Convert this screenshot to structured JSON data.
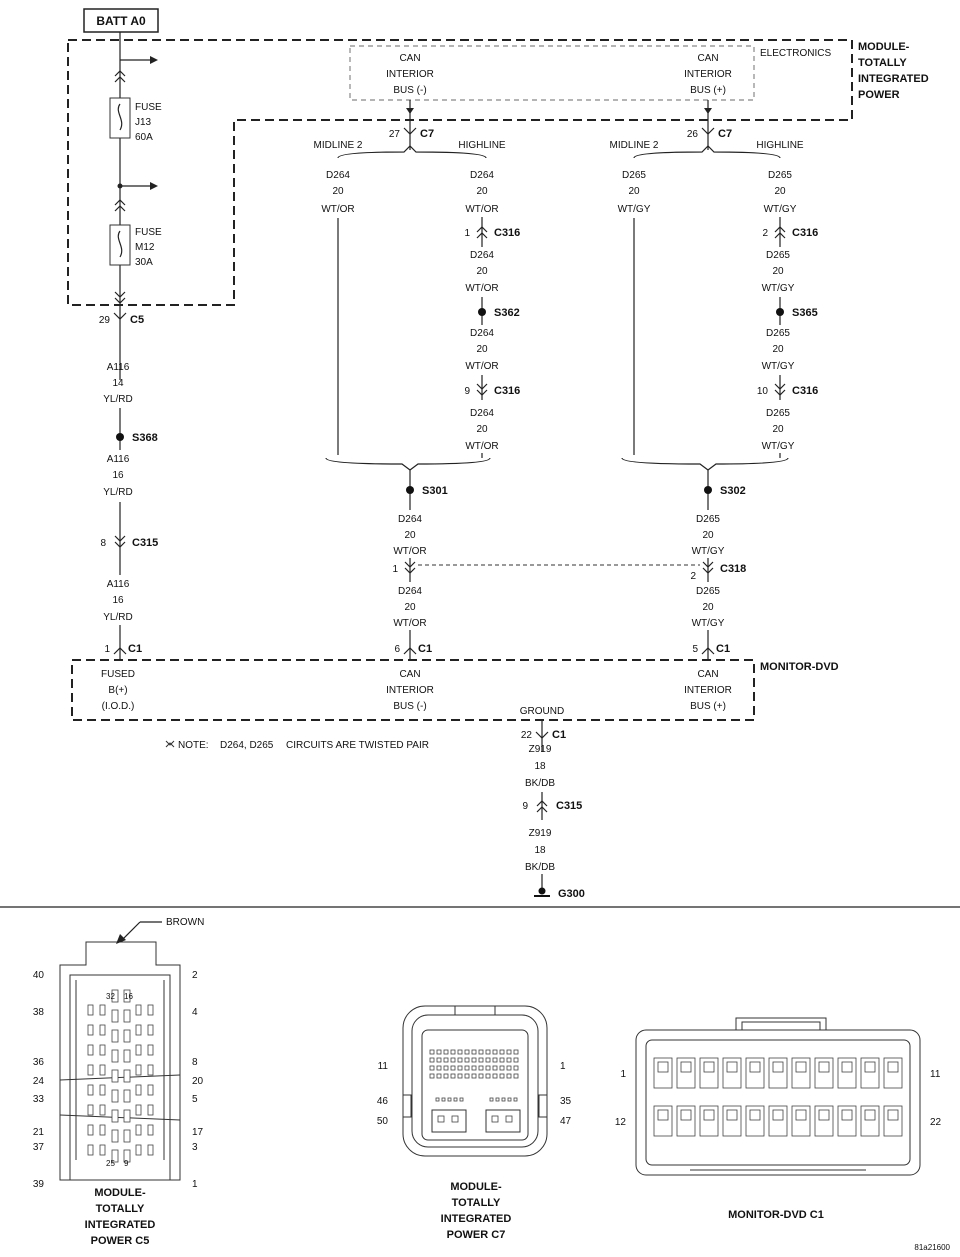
{
  "batt": "BATT A0",
  "electronics": "ELECTRONICS",
  "mod_title": [
    "MODULE-",
    "TOTALLY",
    "INTEGRATED",
    "POWER"
  ],
  "fuse1": [
    "FUSE",
    "J13",
    "60A"
  ],
  "fuse2": [
    "FUSE",
    "M12",
    "30A"
  ],
  "can_bus_neg": [
    "CAN",
    "INTERIOR",
    "BUS (-)"
  ],
  "can_bus_pos": [
    "CAN",
    "INTERIOR",
    "BUS (+)"
  ],
  "c7_left": {
    "pin": "27",
    "conn": "C7"
  },
  "c7_right": {
    "pin": "26",
    "conn": "C7"
  },
  "midline2": "MIDLINE 2",
  "highline": "HIGHLINE",
  "w_d264": [
    "D264",
    "20",
    "WT/OR"
  ],
  "w_d265": [
    "D265",
    "20",
    "WT/GY"
  ],
  "c316": "C316",
  "c316_pins": {
    "l1": "1",
    "r1": "2",
    "l2": "9",
    "r2": "10"
  },
  "s362": "S362",
  "s365": "S365",
  "c5": {
    "pin": "29",
    "conn": "C5"
  },
  "w_a116_14": [
    "A116",
    "14",
    "YL/RD"
  ],
  "w_a116_16": [
    "A116",
    "16",
    "YL/RD"
  ],
  "s368": "S368",
  "c315": {
    "pin": "8",
    "conn": "C315"
  },
  "s301": "S301",
  "s302": "S302",
  "c318": {
    "pin_l": "1",
    "pin_r": "2",
    "conn": "C318"
  },
  "c1_pins": {
    "a": "1",
    "b": "6",
    "c": "5",
    "conn": "C1"
  },
  "monitor_dvd": "MONITOR-DVD",
  "mon_fused": [
    "FUSED",
    "B(+)",
    "(I.O.D.)"
  ],
  "ground": "GROUND",
  "c1_gnd": {
    "pin": "22",
    "conn": "C1"
  },
  "w_z919": [
    "Z919",
    "18",
    "BK/DB"
  ],
  "c315_gnd": {
    "pin": "9",
    "conn": "C315"
  },
  "g300": "G300",
  "note": "NOTE:",
  "note_circuits": "D264, D265",
  "note_text": "CIRCUITS ARE TWISTED PAIR",
  "brown": "BROWN",
  "c5_pins_left": [
    "40",
    "38",
    "36",
    "24",
    "33",
    "21",
    "37",
    "39"
  ],
  "c5_pins_right": [
    "2",
    "4",
    "8",
    "20",
    "5",
    "17",
    "3",
    "1"
  ],
  "c5_inner": [
    "32",
    "16",
    "25",
    "9"
  ],
  "c5_title": [
    "MODULE-",
    "TOTALLY",
    "INTEGRATED",
    "POWER C5"
  ],
  "c7_pins_left": [
    "11",
    "46",
    "50"
  ],
  "c7_pins_right": [
    "1",
    "35",
    "47"
  ],
  "c7_title": [
    "MODULE-",
    "TOTALLY",
    "INTEGRATED",
    "POWER C7"
  ],
  "dvd_pins": {
    "tl": "1",
    "tr": "11",
    "bl": "12",
    "br": "22"
  },
  "dvd_title": "MONITOR-DVD C1",
  "fig_id": "81a21600"
}
